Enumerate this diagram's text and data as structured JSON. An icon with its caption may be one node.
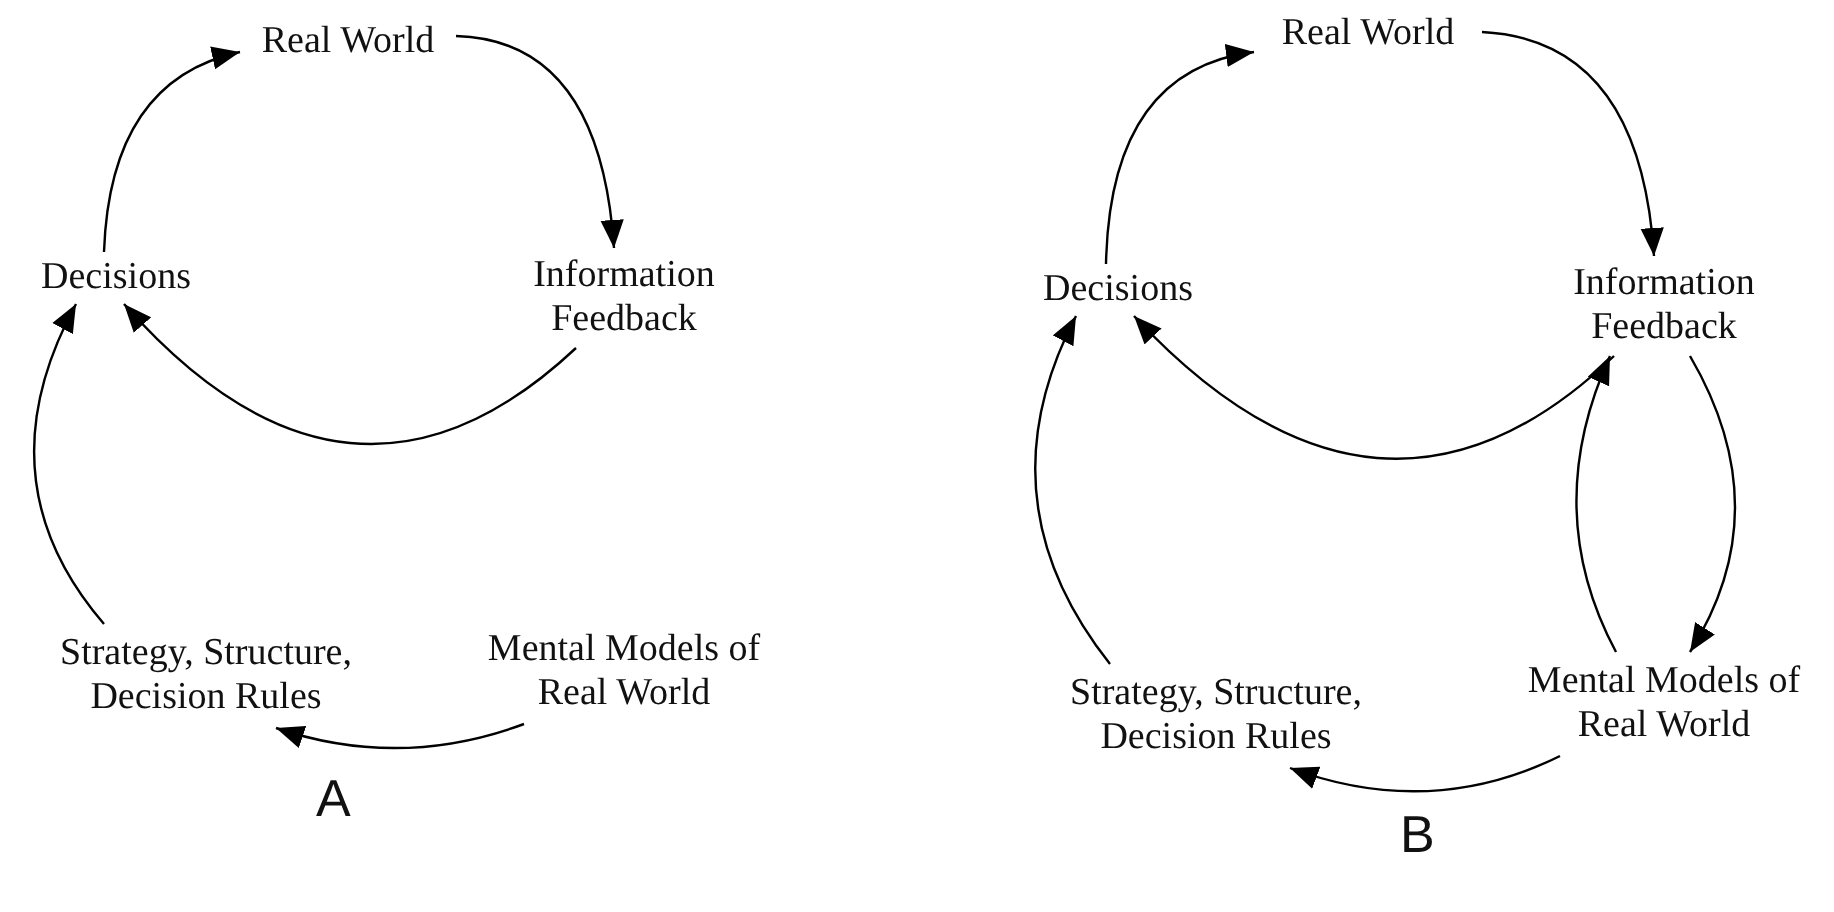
{
  "diagram": {
    "nodes": [
      {
        "text": [
          "Real World"
        ]
      },
      {
        "text": [
          "Decisions"
        ]
      },
      {
        "text": [
          "Information Feedback"
        ]
      },
      {
        "text": [
          "Strategy, Structure, Decision Rules"
        ]
      },
      {
        "text": [
          "Mental Models of Real World"
        ]
      },
      {
        "text": [
          "Real World"
        ]
      },
      {
        "text": [
          "Decisions"
        ]
      },
      {
        "text": [
          "Information Feedback"
        ]
      },
      {
        "text": [
          "Strategy, Structure, Decision Rules"
        ]
      },
      {
        "text": [
          "Mental Models of Real World"
        ]
      }
    ],
    "edges": [
      {
        "from": 1,
        "to": 0,
        "arrow": "to"
      },
      {
        "from": 0,
        "to": 2,
        "arrow": "to"
      },
      {
        "from": 2,
        "to": 1,
        "arrow": "to"
      },
      {
        "from": 3,
        "to": 1,
        "arrow": "to"
      },
      {
        "from": 4,
        "to": 3,
        "arrow": "to"
      },
      {
        "from": 6,
        "to": 5,
        "arrow": "to"
      },
      {
        "from": 5,
        "to": 7,
        "arrow": "to"
      },
      {
        "from": 7,
        "to": 6,
        "arrow": "to"
      },
      {
        "from": 8,
        "to": 6,
        "arrow": "to"
      },
      {
        "from": 9,
        "to": 8,
        "arrow": "to"
      },
      {
        "from": 7,
        "to": 9,
        "arrow": "to"
      },
      {
        "from": 9,
        "to": 7,
        "arrow": "to"
      }
    ],
    "labels": [
      "A",
      "B"
    ]
  }
}
